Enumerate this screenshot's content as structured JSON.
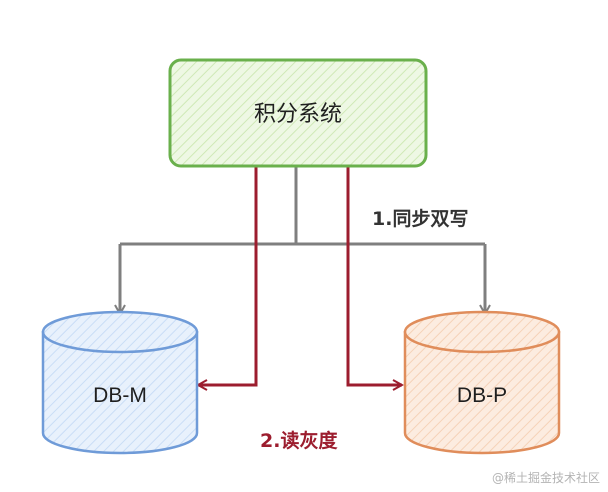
{
  "nodes": {
    "system": {
      "label": "积分系统",
      "fill": "#e4f3d6",
      "stroke": "#6ab04c"
    },
    "db_m": {
      "label": "DB-M",
      "fill": "#dbe9fb",
      "stroke": "#6f9bd8"
    },
    "db_p": {
      "label": "DB-P",
      "fill": "#fbe4d3",
      "stroke": "#e08d5b"
    }
  },
  "annotations": {
    "sync_write": "1.同步双写",
    "read_gray": "2.读灰度"
  },
  "edge_colors": {
    "write": "#7f7f7f",
    "read": "#9c1d2e"
  },
  "watermark": "@稀土掘金技术社区"
}
